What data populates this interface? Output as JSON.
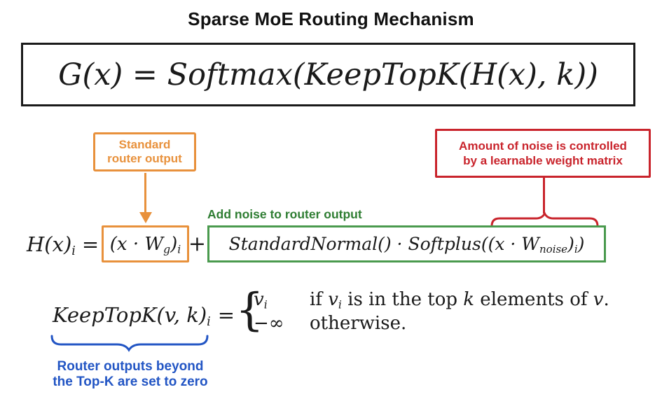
{
  "title": "Sparse MoE Routing Mechanism",
  "colors": {
    "orange": "#e8913c",
    "red": "#c9242c",
    "green_border": "#4a9a4e",
    "green_text": "#2e7d32",
    "blue": "#2255c4",
    "ink": "#1a1a1a"
  },
  "main_formula": {
    "text": "G(x) = Softmax(KeepTopK(H(x), k))"
  },
  "standard_router_callout": {
    "line1": "Standard",
    "line2": "router output"
  },
  "noise_callout": {
    "line1": "Amount of noise is controlled",
    "line2": "by a learnable weight matrix"
  },
  "add_noise_label": "Add noise to router output",
  "h_formula": {
    "lhs": "H(x)",
    "lhs_sub": "i",
    "equals": "=",
    "router_term": "(x · W",
    "router_term_sub": "g",
    "router_term_close": ")",
    "router_term_close_sub": "i",
    "plus": "+",
    "noise_term_a": "StandardNormal() · Softplus((x · W",
    "noise_term_sub": "noise",
    "noise_term_close": ")",
    "noise_term_close_sub": "i",
    "noise_term_end": ")"
  },
  "keeptopk_formula": {
    "lhs": "KeepTopK(v, k)",
    "lhs_sub": "i",
    "equals": "=",
    "case_brace": "{",
    "case1_value": "v",
    "case1_value_sub": "i",
    "case1_if": "if ",
    "case1_v": "v",
    "case1_v_sub": "i",
    "case1_mid": " is in the top ",
    "case1_k": "k",
    "case1_tail": " elements of ",
    "case1_v2": "v",
    "case1_period": ".",
    "case2_value": "−∞",
    "case2_text": "otherwise."
  },
  "topk_note": {
    "line1": "Router outputs beyond",
    "line2": "the Top-K are set to zero"
  }
}
